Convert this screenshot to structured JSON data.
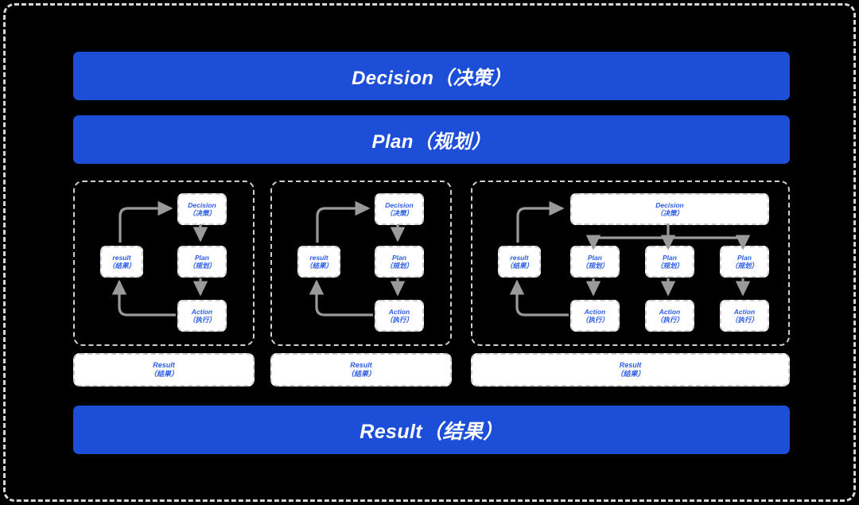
{
  "diagram": {
    "title_bars": [
      {
        "id": "decision",
        "en": "Decision",
        "zh": "（决策）",
        "text": "Decision（决策）"
      },
      {
        "id": "plan",
        "en": "Plan",
        "zh": "（规划）",
        "text": "Plan（规划）"
      },
      {
        "id": "result",
        "en": "Result",
        "zh": "（结果）",
        "text": "Result（结果）"
      }
    ],
    "colors": {
      "background": "#000000",
      "bar_blue": "#1c4ed8",
      "bar_text": "#ffffff",
      "node_fill": "#ffffff",
      "node_text": "#2b5ce6",
      "node_border": "#cfcfcf",
      "group_border": "#d0d0d0",
      "frame_border": "#d6d6d6",
      "arrow": "#9a9a9a"
    },
    "groups": [
      {
        "id": "group-1",
        "nodes": [
          {
            "id": "g1-decision",
            "en": "Decision",
            "zh": "（决策）"
          },
          {
            "id": "g1-result",
            "en": "result",
            "zh": "（结果）"
          },
          {
            "id": "g1-plan",
            "en": "Plan",
            "zh": "（规划）"
          },
          {
            "id": "g1-action",
            "en": "Action",
            "zh": "（执行）"
          }
        ],
        "result_bar": {
          "en": "Result",
          "zh": "（结果）"
        }
      },
      {
        "id": "group-2",
        "nodes": [
          {
            "id": "g2-decision",
            "en": "Decision",
            "zh": "（决策）"
          },
          {
            "id": "g2-result",
            "en": "result",
            "zh": "（结果）"
          },
          {
            "id": "g2-plan",
            "en": "Plan",
            "zh": "（规划）"
          },
          {
            "id": "g2-action",
            "en": "Action",
            "zh": "（执行）"
          }
        ],
        "result_bar": {
          "en": "Result",
          "zh": "（结果）"
        }
      },
      {
        "id": "group-3",
        "nodes": [
          {
            "id": "g3-decision",
            "en": "Decision",
            "zh": "（决策）"
          },
          {
            "id": "g3-result",
            "en": "result",
            "zh": "（结果）"
          },
          {
            "id": "g3-plan-1",
            "en": "Plan",
            "zh": "（规划）"
          },
          {
            "id": "g3-plan-2",
            "en": "Plan",
            "zh": "（规划）"
          },
          {
            "id": "g3-plan-3",
            "en": "Plan",
            "zh": "（规划）"
          },
          {
            "id": "g3-action-1",
            "en": "Action",
            "zh": "（执行）"
          },
          {
            "id": "g3-action-2",
            "en": "Action",
            "zh": "（执行）"
          },
          {
            "id": "g3-action-3",
            "en": "Action",
            "zh": "（执行）"
          }
        ],
        "result_bar": {
          "en": "Result",
          "zh": "（结果）"
        }
      }
    ]
  }
}
